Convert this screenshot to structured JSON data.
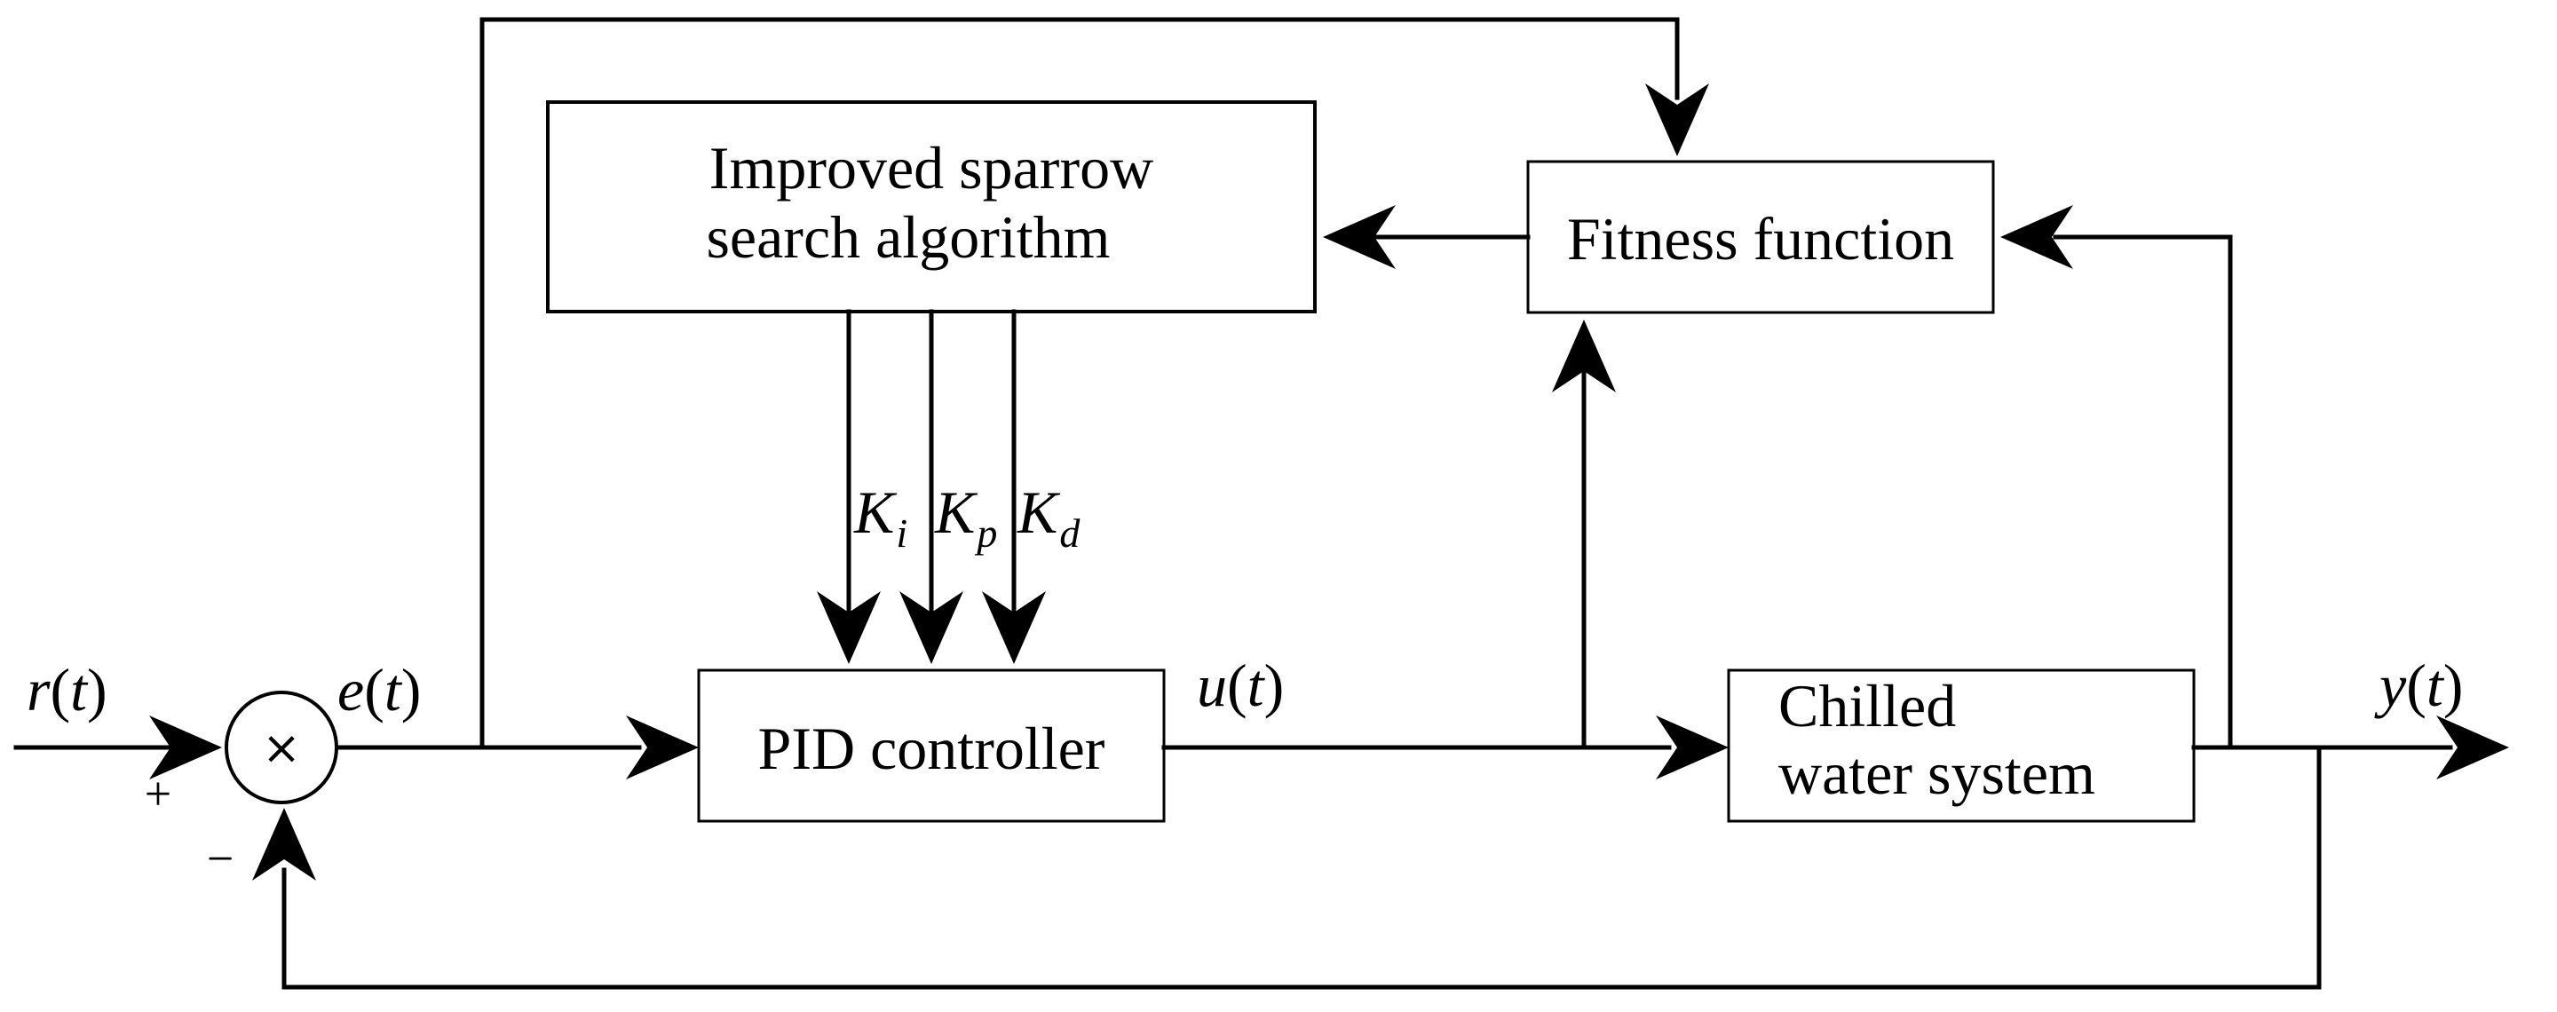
{
  "blocks": {
    "ssa": {
      "line1": "Improved sparrow",
      "line2": "search algorithm"
    },
    "fitness": {
      "label": "Fitness function"
    },
    "pid": {
      "label": "PID controller"
    },
    "plant": {
      "line1": "Chilled",
      "line2": "water system"
    }
  },
  "summing_junction": {
    "symbol": "×",
    "plus_sign": "+",
    "minus_sign": "−"
  },
  "signals": {
    "r": {
      "var": "r",
      "arg": "t"
    },
    "e": {
      "var": "e",
      "arg": "t"
    },
    "u": {
      "var": "u",
      "arg": "t"
    },
    "y": {
      "var": "y",
      "arg": "t"
    }
  },
  "gains": [
    {
      "base": "K",
      "sub": "i"
    },
    {
      "base": "K",
      "sub": "p"
    },
    {
      "base": "K",
      "sub": "d"
    }
  ]
}
